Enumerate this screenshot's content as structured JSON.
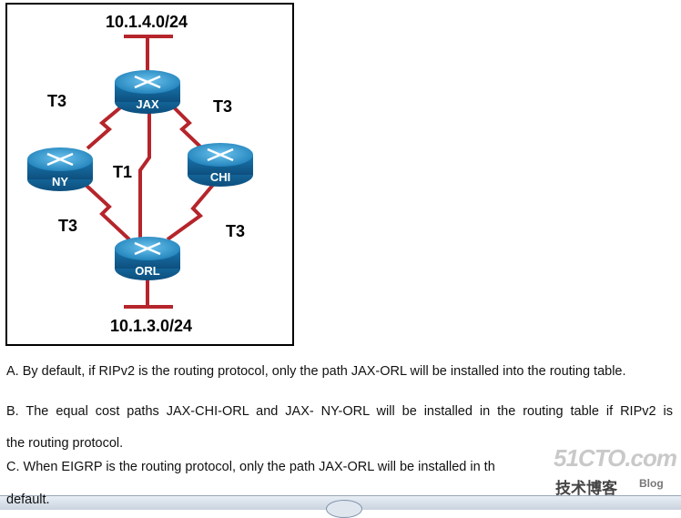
{
  "diagram": {
    "subnet_top": "10.1.4.0/24",
    "subnet_bottom": "10.1.3.0/24",
    "routers": {
      "jax": "JAX",
      "ny": "NY",
      "chi": "CHI",
      "orl": "ORL"
    },
    "links": {
      "jax_ny": "T3",
      "jax_chi": "T3",
      "jax_orl": "T1",
      "ny_orl": "T3",
      "chi_orl": "T3"
    },
    "colors": {
      "router": "#1e87c2",
      "link": "#b5252b"
    }
  },
  "options": {
    "a": "A. By default, if RIPv2 is the routing protocol, only the path JAX-ORL will be installed into the routing table.",
    "b_line1": "B. The equal cost paths JAX-CHI-ORL and JAX- NY-ORL will be installed in the routing table if RIPv2 is",
    "b_line2": "the routing protocol.",
    "c_line1": "C. When EIGRP is the routing protocol, only the path JAX-ORL will be installed in th",
    "c_line2": "default."
  },
  "watermark": {
    "site": "51CTO.com",
    "sub": "技术博客",
    "blog": "Blog"
  }
}
